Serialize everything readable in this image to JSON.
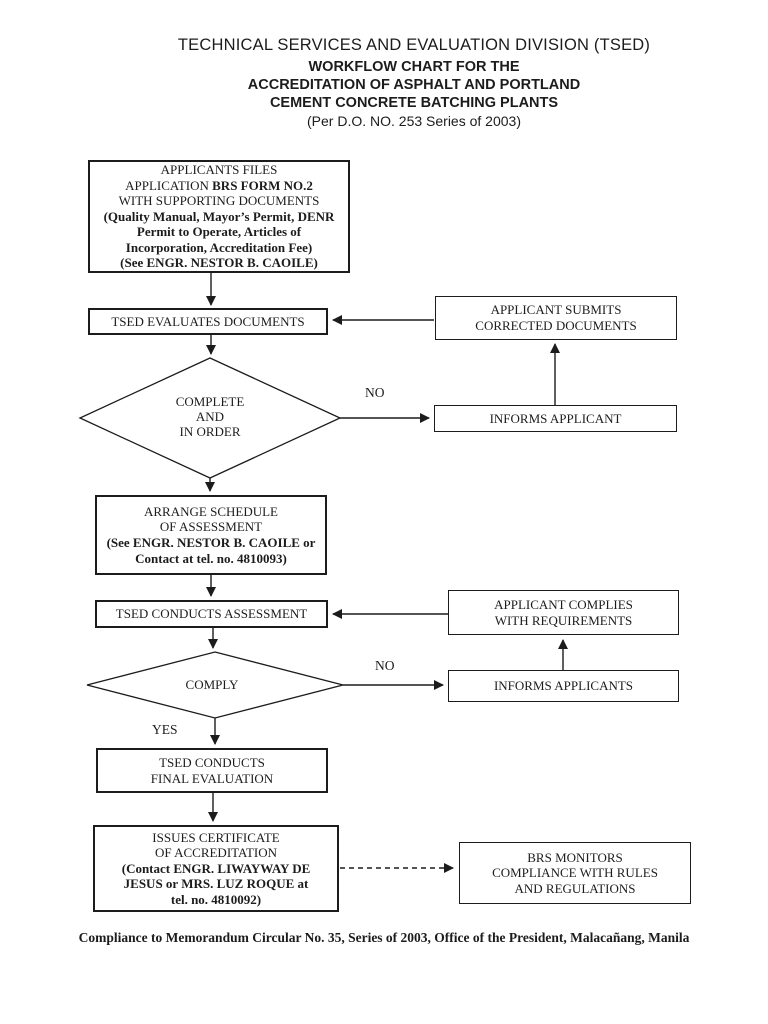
{
  "document": {
    "header": {
      "division_title": "TECHNICAL SERVICES AND EVALUATION DIVISION (TSED)",
      "chart_title_line1": "WORKFLOW CHART FOR THE",
      "chart_title_line2": "ACCREDITATION OF ASPHALT AND PORTLAND",
      "chart_title_line3": "CEMENT CONCRETE BATCHING PLANTS",
      "reference": "(Per D.O. NO. 253 Series of 2003)"
    },
    "footer_note": "Compliance to Memorandum Circular No. 35, Series of 2003, Office of the President, Malacañang, Manila",
    "colors": {
      "ink": "#1c1c1c",
      "page_background": "#ffffff"
    }
  },
  "flowchart": {
    "boxes": {
      "applicant_files": {
        "line1": "APPLICANTS FILES",
        "line2a": "APPLICATION ",
        "line2b": "BRS FORM NO.2",
        "line3": "WITH SUPPORTING DOCUMENTS",
        "line4": "(Quality Manual, Mayor’s Permit, DENR",
        "line5": "Permit to Operate, Articles of",
        "line6": "Incorporation, Accreditation Fee)",
        "line7": "(See ENGR. NESTOR B. CAOILE)"
      },
      "tsed_evaluates": {
        "label": "TSED EVALUATES DOCUMENTS"
      },
      "applicant_submits": {
        "line1": "APPLICANT SUBMITS",
        "line2": "CORRECTED DOCUMENTS"
      },
      "informs_applicant": {
        "label": "INFORMS APPLICANT"
      },
      "arrange_schedule": {
        "line1": "ARRANGE SCHEDULE",
        "line2": "OF ASSESSMENT",
        "line3": "(See ENGR. NESTOR B. CAOILE or",
        "line4": "Contact at tel. no. 4810093)"
      },
      "tsed_conducts_assessment": {
        "label": "TSED CONDUCTS ASSESSMENT"
      },
      "applicant_complies": {
        "line1": "APPLICANT COMPLIES",
        "line2": "WITH REQUIREMENTS"
      },
      "informs_applicants": {
        "label": "INFORMS APPLICANTS"
      },
      "tsed_final_evaluation": {
        "line1": "TSED CONDUCTS",
        "line2": "FINAL EVALUATION"
      },
      "issues_certificate": {
        "line1": "ISSUES CERTIFICATE",
        "line2": "OF ACCREDITATION",
        "line3": "(Contact ENGR. LIWAYWAY DE",
        "line4": "JESUS or MRS. LUZ ROQUE at",
        "line5": "tel. no. 4810092)"
      },
      "brs_monitors": {
        "line1": "BRS MONITORS",
        "line2": "COMPLIANCE WITH RULES",
        "line3": "AND REGULATIONS"
      }
    },
    "decisions": {
      "complete_in_order": {
        "line1": "COMPLETE",
        "line2": "AND",
        "line3": "IN ORDER"
      },
      "comply": {
        "label": "COMPLY"
      }
    },
    "branch_labels": {
      "complete_no": "NO",
      "comply_no": "NO",
      "comply_yes": "YES"
    }
  }
}
